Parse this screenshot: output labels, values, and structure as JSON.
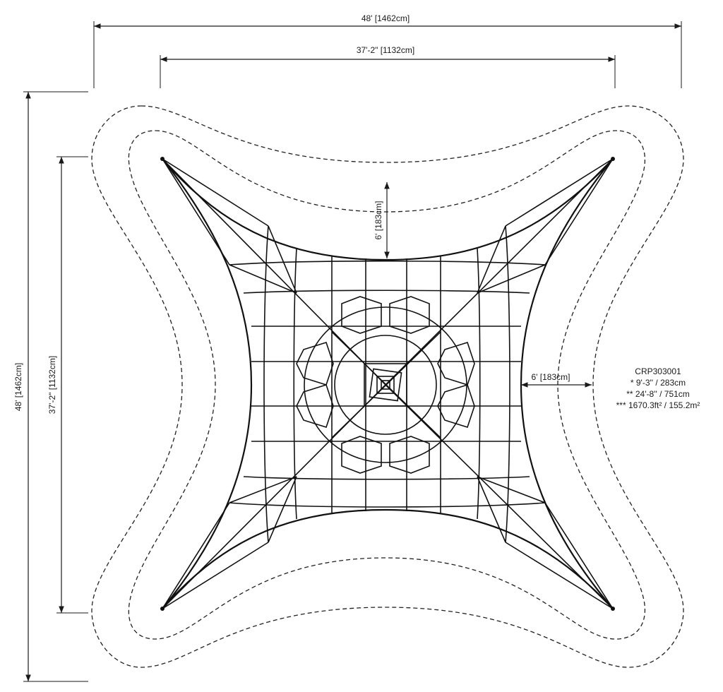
{
  "dimensions": {
    "overall_width": "48' [1462cm]",
    "inner_width": "37'-2\" [1132cm]",
    "overall_height": "48' [1462cm]",
    "inner_height": "37'-2\" [1132cm]",
    "clearance_top": "6' [183cm]",
    "clearance_right": "6' [183cm]"
  },
  "specs": {
    "model": "CRP303001",
    "line1": "* 9'-3'' / 283cm",
    "line2": "** 24'-8'' / 751cm",
    "line3": "*** 1670.3ft² / 155.2m²"
  }
}
